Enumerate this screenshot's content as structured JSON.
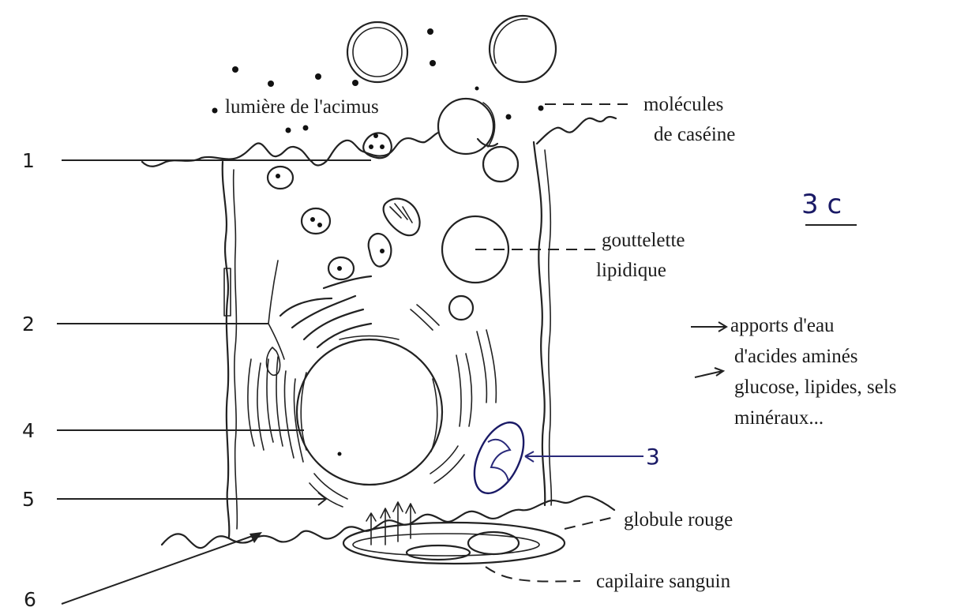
{
  "figure_tag": "3 c",
  "labels": {
    "acinus_lumen": "lumière de l'acimus",
    "casein_line1": "molécules",
    "casein_line2": "de caséine",
    "lipid_line1": "gouttelette",
    "lipid_line2": "lipidique",
    "inputs_line1": "apports d'eau",
    "inputs_line2": "d'acides aminés",
    "inputs_line3": "glucose, lipides, sels",
    "inputs_line4": "minéraux...",
    "red_cell": "globule rouge",
    "capillary": "capilaire sanguin"
  },
  "numbers": {
    "n1": "1",
    "n2": "2",
    "n3": "3",
    "n4": "4",
    "n5": "5",
    "n6": "6"
  }
}
